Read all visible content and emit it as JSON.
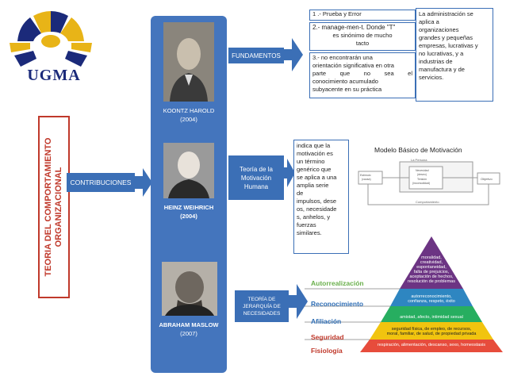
{
  "logo": {
    "text": "UGMA"
  },
  "title": {
    "line1": "TEORIA DEL COMPORTAMIENTO",
    "line2": "ORGANIZACIONAL"
  },
  "contribuciones": "CONTRIBUCIONES",
  "persons": [
    {
      "name": "KOONTZ HAROLD",
      "year": "(2004)"
    },
    {
      "name": "HEINZ WEIHRICH",
      "year": "(2004)"
    },
    {
      "name": "ABRAHAM MASLOW",
      "year": "(2007)"
    }
  ],
  "branches": {
    "fundamentos": "FUNDAMENTOS",
    "motivacion": [
      "Teoría de la",
      "Motivación",
      "Humana"
    ],
    "jerarquia": [
      "TEORÍA DE",
      "JERARQUÍA DE",
      "NECESIDADES"
    ]
  },
  "fundamentos_items": {
    "item1": "1 .- Prueba y Error",
    "item2_lines": [
      "2.- manage-men-t. Donde \"T\"",
      "es sinónimo de mucho",
      "tacto"
    ],
    "item3_lines": [
      "3.- no encontrarán una",
      "orientación significativa en otra",
      "parte que no sea el",
      "conocimiento acumulado",
      "subyacente en su práctica"
    ],
    "note_lines": [
      "La administración se",
      "aplica a",
      "organizaciones",
      "grandes y pequeñas",
      "empresas, lucrativas y",
      "no lucrativas, y a",
      "industrias de",
      "manufactura y de",
      "servicios."
    ]
  },
  "motivacion_text_lines": [
    "indica que la",
    "motivación es",
    "un término",
    "genérico que",
    "se aplica a una",
    "amplia serie",
    "de",
    "impulsos, dese",
    "os, necesidade",
    "s, anhelos, y",
    "fuerzas",
    "similares."
  ],
  "modelo": {
    "title": "Modelo Básico de Motivación",
    "persona": "La Persona",
    "box_left_lines": [
      "Estímulo",
      "(causa)"
    ],
    "box_mid_lines": [
      "Necesidad",
      "(deseo)",
      "Tensión",
      "(incomodidad)"
    ],
    "box_right": "Objetivo",
    "bottom": "Comportamiento"
  },
  "pyramid": {
    "levels": [
      {
        "label": "Autorrealización",
        "color": "#6ab04c",
        "text_lines": [
          "moralidad,",
          "creatividad,",
          "espontaneidad,",
          "falta de prejuicios,",
          "aceptación de hechos,",
          "resolución de problemas"
        ]
      },
      {
        "label": "Reconocimiento",
        "color": "#2f6eb5",
        "text_lines": [
          "autorreconocimiento,",
          "confianza, respeto, éxito"
        ]
      },
      {
        "label": "Afiliación",
        "color": "#2f6eb5",
        "text_lines": [
          "amistad, afecto, intimidad sexual"
        ]
      },
      {
        "label": "Seguridad",
        "color": "#c0392b",
        "text_lines": [
          "seguridad física, de empleo, de recursos,",
          "moral, familiar, de salud, de propiedad privada"
        ]
      },
      {
        "label": "Fisiología",
        "color": "#c0392b",
        "text_lines": [
          "respiración, alimentación, descanso, sexo, homeostasis"
        ]
      }
    ],
    "fill_colors": [
      "#6c3483",
      "#2e86c1",
      "#27ae60",
      "#f1c40f",
      "#e74c3c"
    ]
  }
}
